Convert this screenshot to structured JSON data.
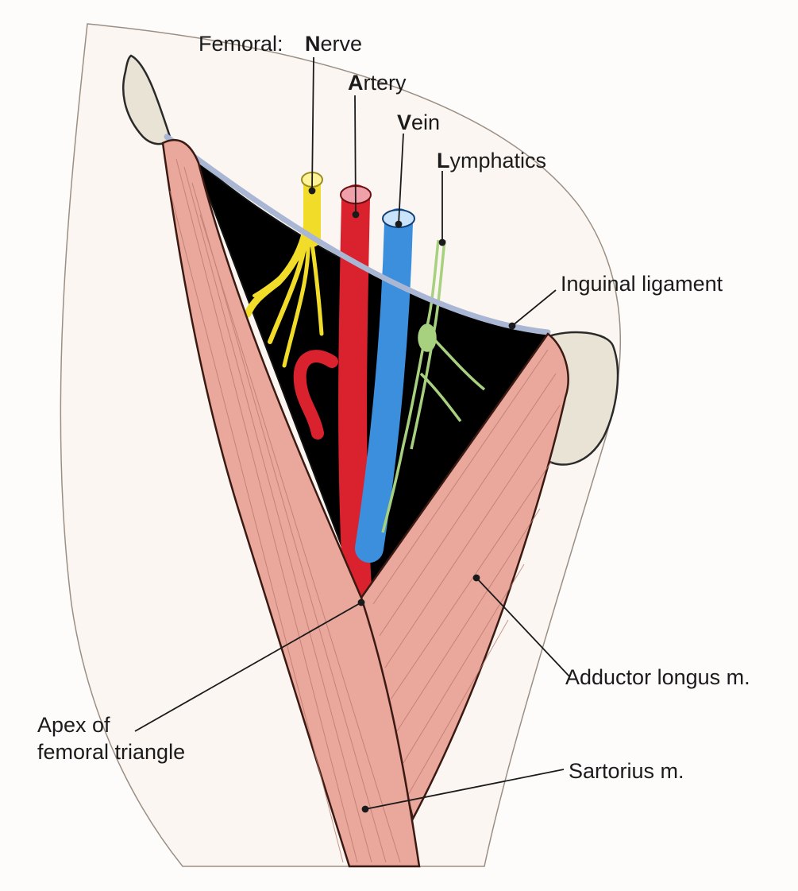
{
  "figure": {
    "title_prefix": "Femoral:",
    "labels": {
      "nerve": {
        "initial": "N",
        "rest": "erve"
      },
      "artery": {
        "initial": "A",
        "rest": "rtery"
      },
      "vein": {
        "initial": "V",
        "rest": "ein"
      },
      "lymphatics": {
        "initial": "L",
        "rest": "ymphatics"
      },
      "inguinal_ligament": "Inguinal ligament",
      "adductor_longus": "Adductor longus m.",
      "apex_line1": "Apex of",
      "apex_line2": "femoral triangle",
      "sartorius": "Sartorius m."
    }
  },
  "colors": {
    "nerve": "#f2dc2a",
    "artery": "#d9222e",
    "vein": "#3b8fdc",
    "lymphatics": "#a7d07f",
    "muscle": "#eaa79c",
    "bone": "#e9e3d6",
    "ligament": "#a9b6d4",
    "cavity": "#000000",
    "skin": "#fbf6f1"
  }
}
